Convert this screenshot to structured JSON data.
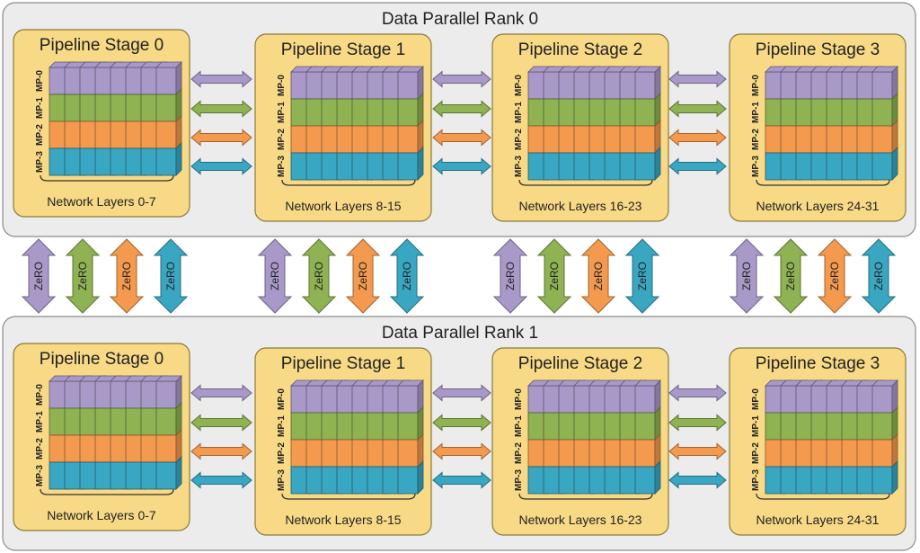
{
  "colors": {
    "purple": "#a999c9",
    "green": "#8fb253",
    "orange": "#f39a4e",
    "teal": "#3aa7c2",
    "stage_fill": "#f8d986",
    "stage_border": "#8a7a3a",
    "rank_fill": "#ececec",
    "rank_border": "#8c8c8c"
  },
  "mp_labels": [
    "MP-0",
    "MP-1",
    "MP-2",
    "MP-3"
  ],
  "zero_label": "ZeRO",
  "ranks": [
    {
      "title": "Data Parallel Rank 0",
      "stages": [
        {
          "title": "Pipeline Stage 0",
          "layers": "Network Layers 0-7"
        },
        {
          "title": "Pipeline Stage 1",
          "layers": "Network Layers 8-15"
        },
        {
          "title": "Pipeline Stage 2",
          "layers": "Network Layers 16-23"
        },
        {
          "title": "Pipeline Stage 3",
          "layers": "Network Layers 24-31"
        }
      ]
    },
    {
      "title": "Data Parallel Rank 1",
      "stages": [
        {
          "title": "Pipeline Stage 0",
          "layers": "Network Layers 0-7"
        },
        {
          "title": "Pipeline Stage 1",
          "layers": "Network Layers 8-15"
        },
        {
          "title": "Pipeline Stage 2",
          "layers": "Network Layers 16-23"
        },
        {
          "title": "Pipeline Stage 3",
          "layers": "Network Layers 24-31"
        }
      ]
    }
  ]
}
